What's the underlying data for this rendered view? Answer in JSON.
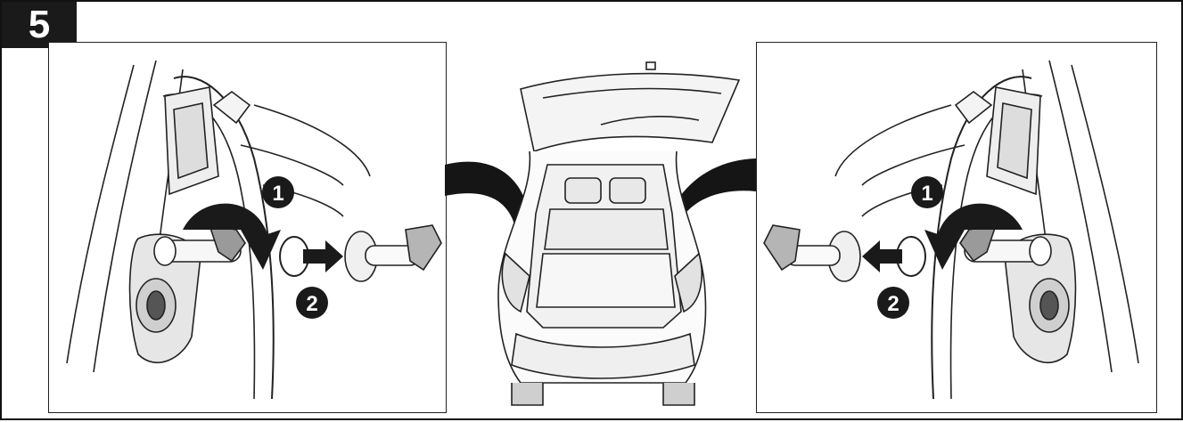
{
  "step": {
    "number": "5"
  },
  "left_panel": {
    "markers": [
      {
        "label": "1"
      },
      {
        "label": "2"
      }
    ]
  },
  "right_panel": {
    "markers": [
      {
        "label": "1"
      },
      {
        "label": "2"
      }
    ]
  }
}
